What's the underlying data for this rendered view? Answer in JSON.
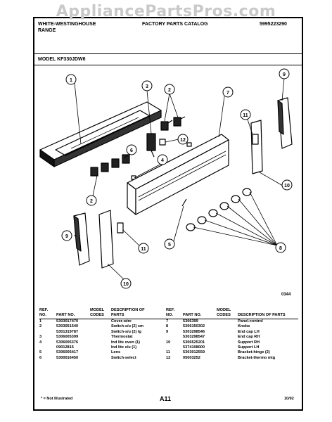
{
  "watermark": "AppliancePartsPros.com",
  "header": {
    "brand_line1": "WHITE-WESTINGHOUSE",
    "brand_line2": "RANGE",
    "catalog_title": "FACTORY PARTS CATALOG",
    "catalog_number": "5995223290",
    "model_label": "MODEL KF330JDW6"
  },
  "diagram": {
    "callouts": [
      "1",
      "2",
      "3",
      "4",
      "5",
      "6",
      "7",
      "8",
      "9",
      "10",
      "11",
      "12"
    ],
    "drawing_code": "0344"
  },
  "parts_table": {
    "headers": [
      "REF. NO.",
      "PART NO.",
      "MODEL CODES",
      "DESCRIPTION OF PARTS"
    ],
    "left_rows": [
      {
        "ref": "1",
        "part": "5303017470",
        "model": "",
        "desc": "Cover-wire"
      },
      {
        "ref": "2",
        "part": "5303051540",
        "model": "",
        "desc": "Switch-s/u (2) sm"
      },
      {
        "ref": "",
        "part": "5301319787",
        "model": "",
        "desc": "Switch-s/u (2) lg"
      },
      {
        "ref": "3",
        "part": "5306005399",
        "model": "",
        "desc": "Thermostat"
      },
      {
        "ref": "4",
        "part": "5306005376",
        "model": "",
        "desc": "Ind lite oven (1)"
      },
      {
        "ref": "",
        "part": "09012815",
        "model": "",
        "desc": "Ind lite s/u (1)"
      },
      {
        "ref": "5",
        "part": "5306005417",
        "model": "",
        "desc": "Lens"
      },
      {
        "ref": "6",
        "part": "5300016450",
        "model": "",
        "desc": "Switch-select"
      }
    ],
    "right_rows": [
      {
        "ref": "7",
        "part": "5306399",
        "model": "",
        "desc": "Panel-control"
      },
      {
        "ref": "8",
        "part": "5306150302",
        "model": "",
        "desc": "Knobs"
      },
      {
        "ref": "9",
        "part": "5303298546",
        "model": "",
        "desc": "End cap LH"
      },
      {
        "ref": "",
        "part": "5303298547",
        "model": "",
        "desc": "End cap RH"
      },
      {
        "ref": "10",
        "part": "5306525201",
        "model": "",
        "desc": "Support RH"
      },
      {
        "ref": "",
        "part": "5374108000",
        "model": "",
        "desc": "Support LH"
      },
      {
        "ref": "11",
        "part": "5303012559",
        "model": "",
        "desc": "Bracket-hinge (2)"
      },
      {
        "ref": "12",
        "part": "05003252",
        "model": "",
        "desc": "Bracket-thermo mtg"
      }
    ]
  },
  "footer": {
    "footnote": "* = Not Illustrated",
    "page": "A11",
    "date": "10/92"
  }
}
